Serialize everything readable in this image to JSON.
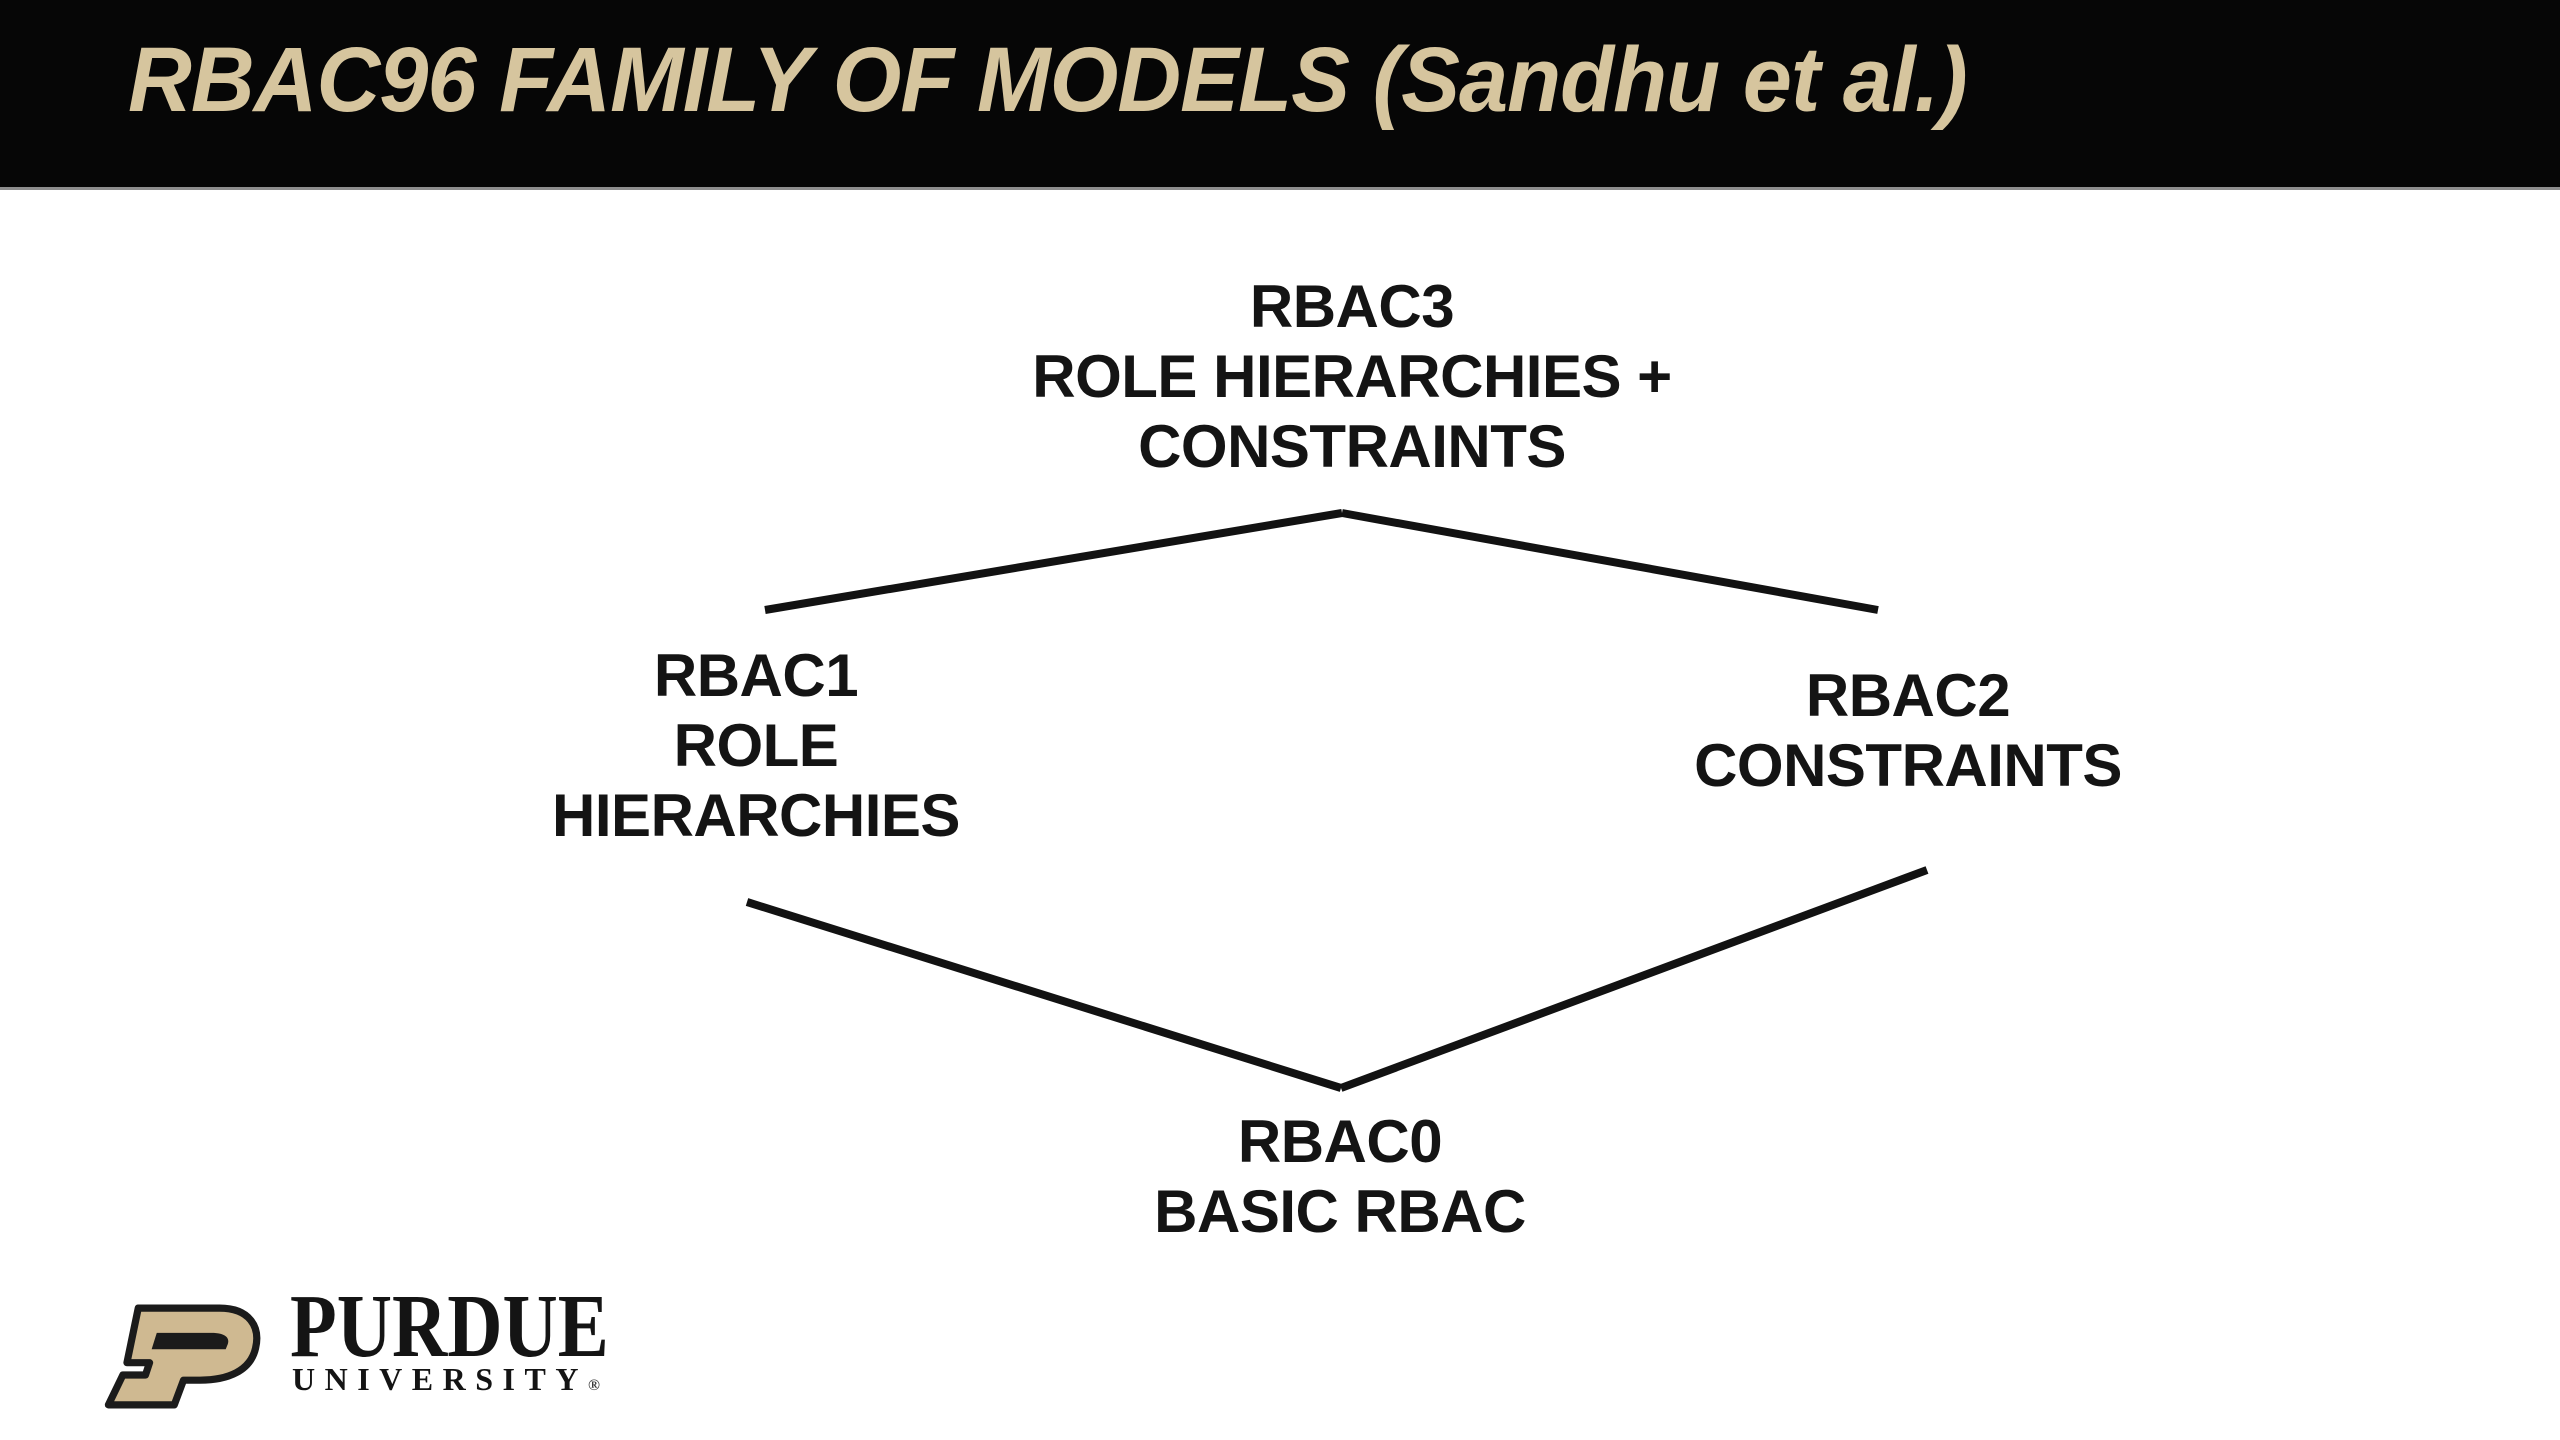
{
  "header": {
    "title": "RBAC96 FAMILY OF MODELS (Sandhu et al.)",
    "bg_color": "#060606",
    "title_color": "#d6c59e"
  },
  "diagram": {
    "line_color": "#121212",
    "nodes": {
      "rbac3": {
        "lines": [
          "RBAC3",
          "ROLE HIERARCHIES +",
          "CONSTRAINTS"
        ]
      },
      "rbac1": {
        "lines": [
          "RBAC1",
          "ROLE",
          "HIERARCHIES"
        ]
      },
      "rbac2": {
        "lines": [
          "RBAC2",
          "CONSTRAINTS"
        ]
      },
      "rbac0": {
        "lines": [
          "RBAC0",
          "BASIC RBAC"
        ]
      }
    },
    "edges": [
      {
        "from": "RBAC3",
        "to": "RBAC1"
      },
      {
        "from": "RBAC3",
        "to": "RBAC2"
      },
      {
        "from": "RBAC1",
        "to": "RBAC0"
      },
      {
        "from": "RBAC2",
        "to": "RBAC0"
      }
    ]
  },
  "footer": {
    "purdue": {
      "wordmark": "PURDUE",
      "subtext": "UNIVERSITY",
      "registered": "®",
      "gold": "#cfb991",
      "outline": "#1b1b1b"
    }
  }
}
